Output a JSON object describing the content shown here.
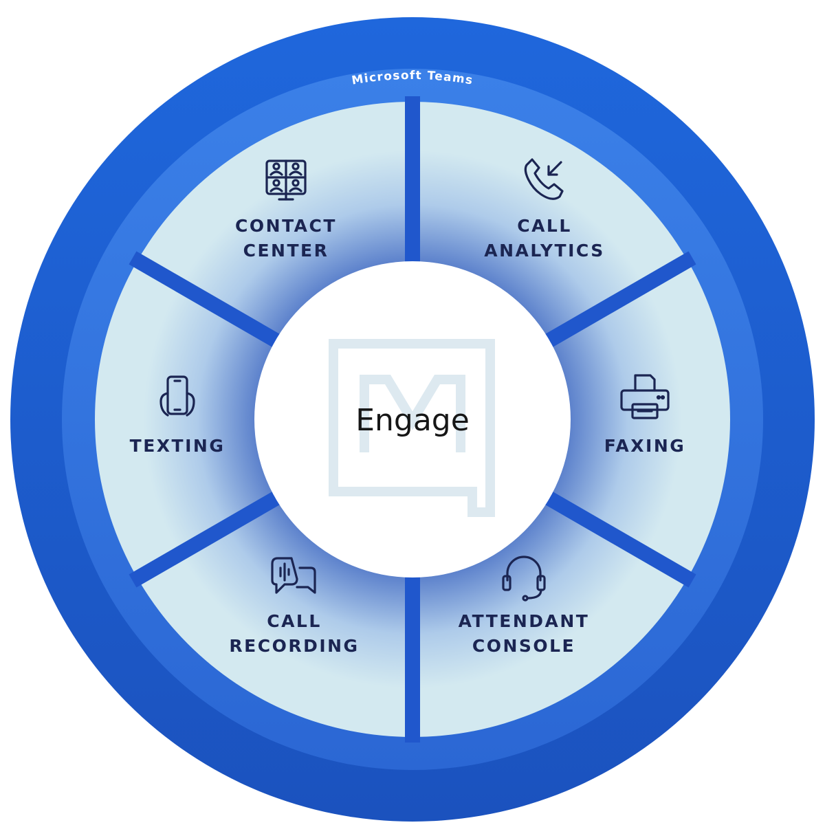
{
  "ring": {
    "label": "Microsoft Teams"
  },
  "center": {
    "label": "Engage",
    "logo_icon": "m-speech-bubble-logo"
  },
  "segments": [
    {
      "line1": "CONTACT",
      "line2": "CENTER",
      "icon": "video-conference-grid-icon"
    },
    {
      "line1": "CALL",
      "line2": "ANALYTICS",
      "icon": "incoming-call-icon"
    },
    {
      "line1": "FAXING",
      "line2": "",
      "icon": "fax-printer-icon"
    },
    {
      "line1": "ATTENDANT",
      "line2": "CONSOLE",
      "icon": "headset-icon"
    },
    {
      "line1": "CALL",
      "line2": "RECORDING",
      "icon": "voice-message-icon"
    },
    {
      "line1": "TEXTING",
      "line2": "",
      "icon": "phone-in-hand-icon"
    }
  ],
  "colors": {
    "outer_ring": "#1e5fd0",
    "inner_ring": "#3a7ee6",
    "divider": "#2057cc",
    "segment_fill": "#d3e9f0",
    "segment_glow": "#7da1d9",
    "text_dark": "#1b2552",
    "logo_watermark": "#dde9f0"
  }
}
